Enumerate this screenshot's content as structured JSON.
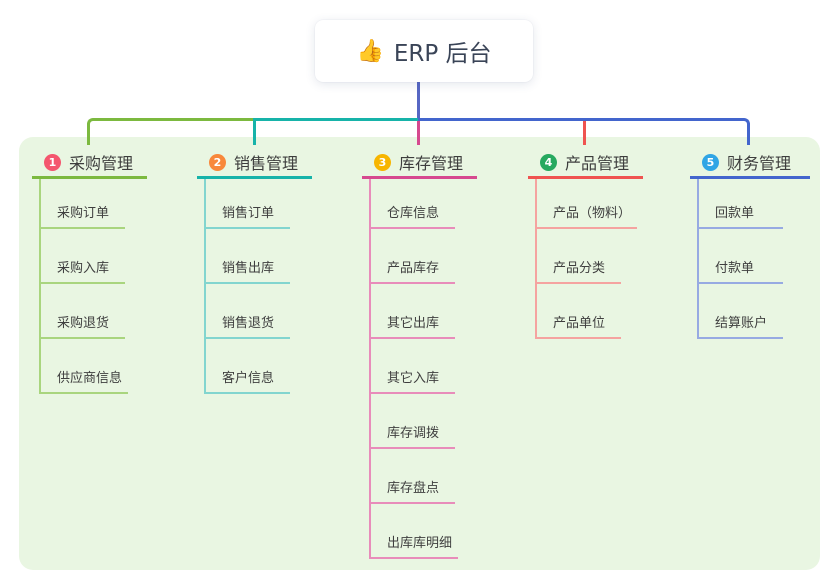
{
  "root": {
    "icon": "👍",
    "title": "ERP 后台"
  },
  "branches": [
    {
      "num": "1",
      "label": "采购管理",
      "color": "#7cb93f",
      "light_color": "#a9d57e",
      "badge_color": "#f4566e",
      "children": [
        "采购订单",
        "采购入库",
        "采购退货",
        "供应商信息"
      ]
    },
    {
      "num": "2",
      "label": "销售管理",
      "color": "#17b3a9",
      "light_color": "#82d5cf",
      "badge_color": "#f8883b",
      "children": [
        "销售订单",
        "销售出库",
        "销售退货",
        "客户信息"
      ]
    },
    {
      "num": "3",
      "label": "库存管理",
      "color": "#d6498f",
      "light_color": "#e88cba",
      "badge_color": "#f7b500",
      "children": [
        "仓库信息",
        "产品库存",
        "其它出库",
        "其它入库",
        "库存调拨",
        "库存盘点",
        "出库库明细"
      ]
    },
    {
      "num": "4",
      "label": "产品管理",
      "color": "#ef5350",
      "light_color": "#f5a3a0",
      "badge_color": "#27a95f",
      "children": [
        "产品（物料）",
        "产品分类",
        "产品单位"
      ]
    },
    {
      "num": "5",
      "label": "财务管理",
      "color": "#4365cd",
      "light_color": "#97aae2",
      "badge_color": "#30a5e5",
      "children": [
        "回款单",
        "付款单",
        "结算账户"
      ]
    }
  ],
  "colors": {
    "root_stem": "#5767c4",
    "panel_background": "#e9f6e2",
    "page_background": "#ffffff"
  }
}
